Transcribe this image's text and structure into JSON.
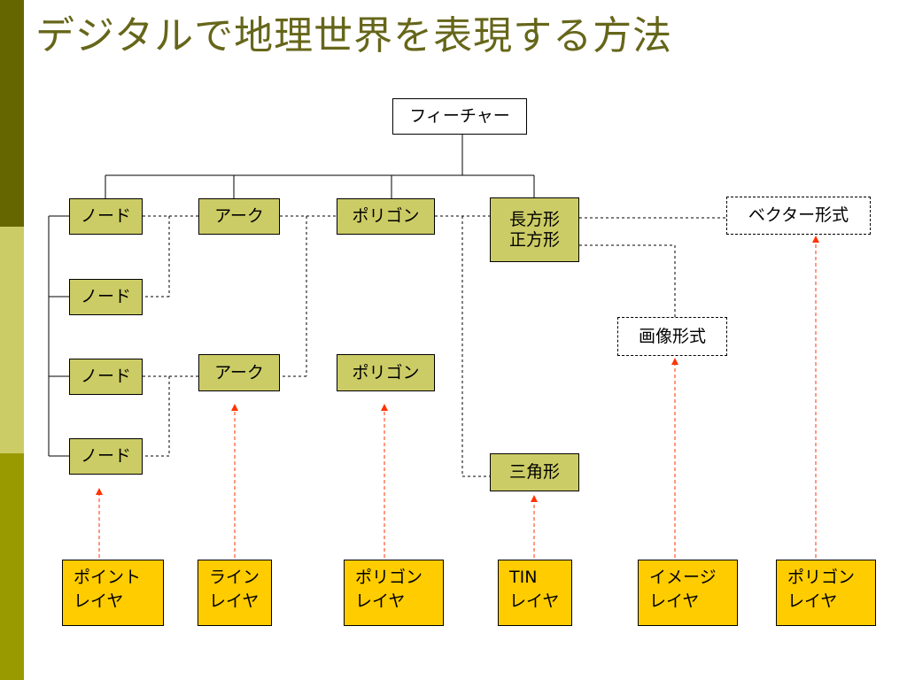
{
  "theme": {
    "bar_colors": [
      "#666600",
      "#cccc66",
      "#999900"
    ],
    "node_fill": "#cccc66",
    "layer_fill": "#ffcc00",
    "arrow": "#ff3300",
    "title_color": "#66661a"
  },
  "title": "デジタルで地理世界を表現する方法",
  "feature": "フィーチャー",
  "top_row": {
    "node": "ノード",
    "arc": "アーク",
    "polygon": "ポリゴン",
    "rect_line1": "長方形",
    "rect_line2": "正方形",
    "vector": "ベクター形式"
  },
  "raster": "画像形式",
  "nodes": [
    "ノード",
    "ノード",
    "ノード"
  ],
  "arc2": "アーク",
  "polygon2": "ポリゴン",
  "triangle": "三角形",
  "layers": [
    {
      "line1": "ポイント",
      "line2": "レイヤ"
    },
    {
      "line1": "ライン",
      "line2": "レイヤ"
    },
    {
      "line1": "ポリゴン",
      "line2": "レイヤ"
    },
    {
      "line1": "TIN",
      "line2": "レイヤ"
    },
    {
      "line1": "イメージ",
      "line2": "レイヤ"
    },
    {
      "line1": "ポリゴン",
      "line2": "レイヤ"
    }
  ]
}
